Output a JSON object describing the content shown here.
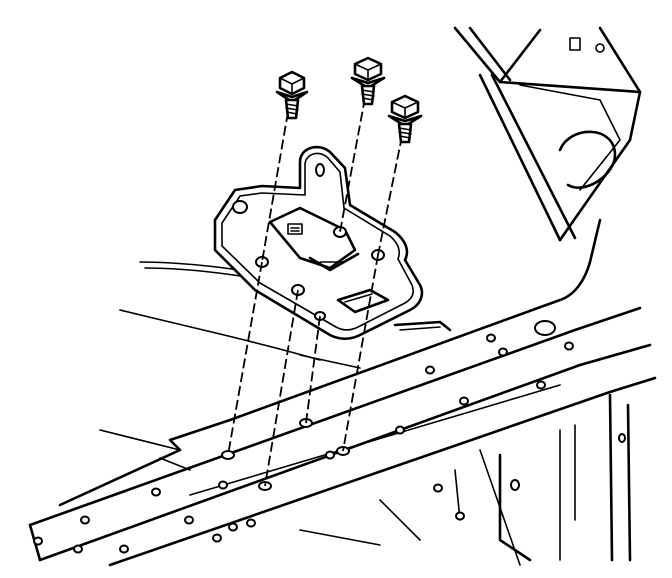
{
  "diagram": {
    "components": {
      "bolts": 3,
      "bracket_mount_holes": 5,
      "frame_rail": "frame-rail",
      "mount_bracket": "mount-bracket"
    },
    "colors": {
      "line": "#000000",
      "background": "#ffffff"
    }
  }
}
